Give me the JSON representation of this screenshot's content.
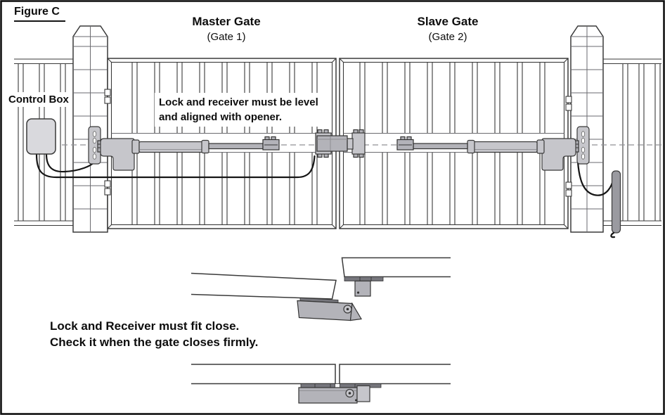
{
  "figure_label": "Figure C",
  "gates": {
    "master": {
      "title": "Master Gate",
      "subtitle": "(Gate 1)"
    },
    "slave": {
      "title": "Slave Gate",
      "subtitle": "(Gate 2)"
    }
  },
  "control_box": {
    "label": "Control Box"
  },
  "notes": {
    "alignment": {
      "line1": "Lock and receiver must be level",
      "line2": "and aligned with opener."
    },
    "fit": {
      "line1": "Lock and Receiver must fit close.",
      "line2": "Check it when the gate closes firmly."
    }
  },
  "colors": {
    "outline": "#3a3a3a",
    "component_gray": "#c6c6cb",
    "component_gray_dark": "#b3b3b9",
    "plate_dark": "#76767c",
    "antenna_gray": "#9a9aa0",
    "cable_black": "#151515",
    "background": "#ffffff"
  }
}
